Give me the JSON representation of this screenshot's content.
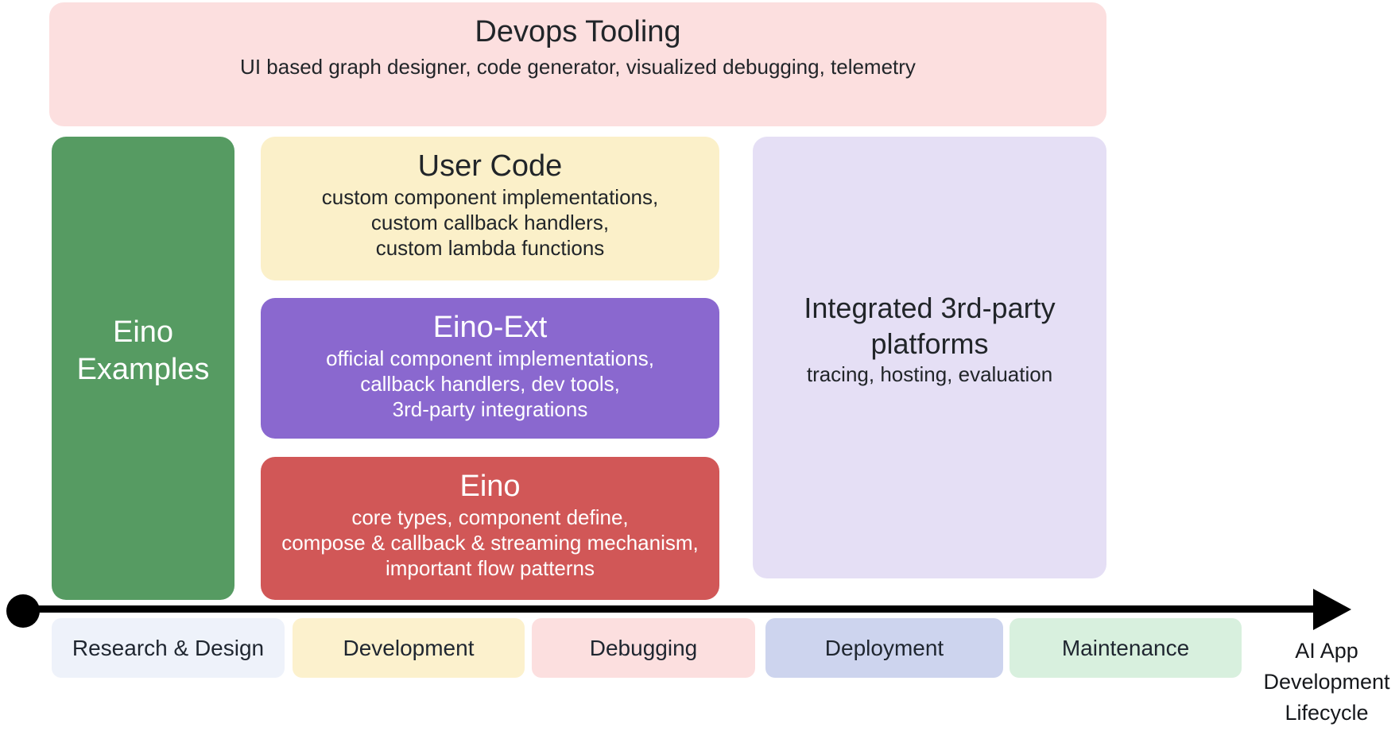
{
  "devops": {
    "title": "Devops Tooling",
    "subtitle": "UI based graph designer, code generator, visualized debugging, telemetry",
    "bg": "#fcdfdf"
  },
  "eino_examples": {
    "line1": "Eino",
    "line2": "Examples",
    "bg": "#569b62"
  },
  "stack": [
    {
      "title": "User Code",
      "lines": [
        "custom component implementations,",
        "custom callback handlers,",
        "custom lambda functions"
      ],
      "bg": "#fbf0c9"
    },
    {
      "title": "Eino-Ext",
      "lines": [
        "official component implementations,",
        "callback handlers, dev tools,",
        "3rd-party integrations"
      ],
      "bg": "#8a68cf"
    },
    {
      "title": "Eino",
      "lines": [
        "core types, component define,",
        "compose & callback & streaming mechanism,",
        "important flow patterns"
      ],
      "bg": "#d15757"
    }
  ],
  "platforms": {
    "title_line1": "Integrated 3rd-party",
    "title_line2": "platforms",
    "subtitle": "tracing, hosting, evaluation",
    "bg": "#e5dff5"
  },
  "timeline": {
    "stages": [
      {
        "label": "Research & Design",
        "bg": "#eef2fa"
      },
      {
        "label": "Development",
        "bg": "#fcf1cd"
      },
      {
        "label": "Debugging",
        "bg": "#fcdfdf"
      },
      {
        "label": "Deployment",
        "bg": "#cdd4ee"
      },
      {
        "label": "Maintenance",
        "bg": "#d8f0de"
      }
    ],
    "axis_label": {
      "line1": "AI App",
      "line2": "Development",
      "line3": "Lifecycle"
    },
    "arrow_color": "#000000"
  }
}
